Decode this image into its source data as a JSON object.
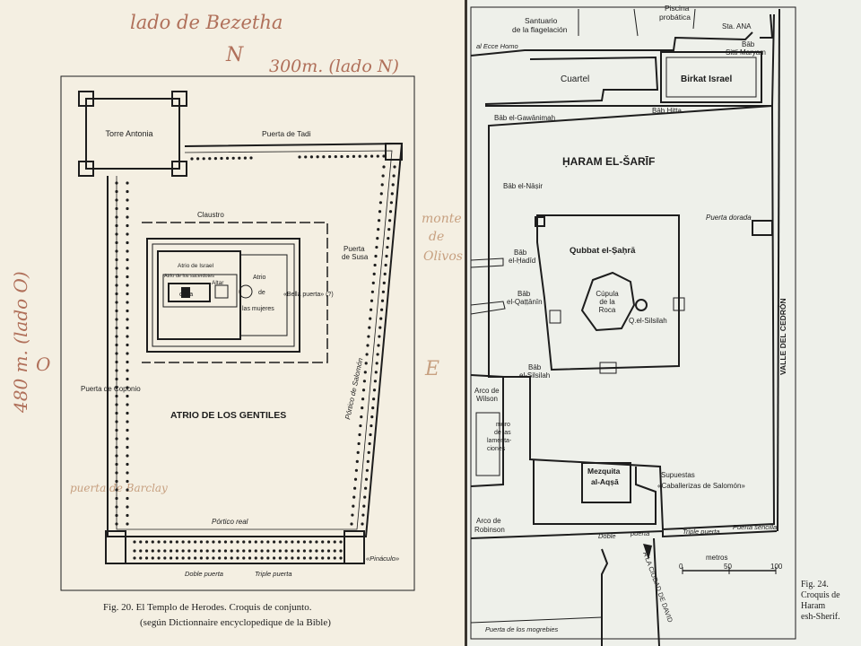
{
  "left_figure": {
    "labels": {
      "torre_antonia": "Torre Antonia",
      "puerta_tadi": "Puerta de Tadi",
      "clausura": "Claustro",
      "puerta_susa": "Puerta\nde Susa",
      "atrio_israel": "Atrio de Israel",
      "atrio_sacerdotes": "Atrio de los sacerdotes",
      "altar": "Altar",
      "atrio_mujeres": "Atrio\nde\nlas mujeres",
      "letters": "c b a",
      "bella_puerta": "«Bella puerta» (?)",
      "puerta_coponio": "Puerta de Coponio",
      "atrio_gentiles": "ATRIO DE LOS GENTILES",
      "portico_salomon": "Pórtico de Salomón",
      "portico_real": "Pórtico real",
      "pinaculo": "«Pináculo»",
      "doble_puerta": "Doble puerta",
      "triple_puerta": "Triple puerta"
    },
    "caption_line1": "Fig. 20. El Templo de Herodes. Croquis de conjunto.",
    "caption_line2": "(según Dictionnaire encyclopedique de la Bible)",
    "handwritten": {
      "top": "lado de Bezetha",
      "north": "N",
      "north_dim": "300m. (lado N)",
      "east_1": "monte",
      "east_2": "de",
      "east_3": "Olivos",
      "east_letter": "E",
      "west_dim": "480 m. (lado O)",
      "west_letter": "O",
      "barclay": "puerta de Barclay"
    }
  },
  "right_figure": {
    "labels": {
      "piscina": "Piscina\nprobática",
      "sta_ana": "Sta. ANA",
      "santuario": "Santuario\nde la flagelación",
      "al_ecce_homo": "al Ecce Homo",
      "bab_sitti": "Bāb\nSittī Maryam",
      "cuartel": "Cuartel",
      "birkat": "Birkat Israel",
      "bab_hitta": "Bāb Hitta",
      "bab_gawanimah": "Bāb el-Gawānimah",
      "haram": "ḤARAM EL-ŠARĪF",
      "bab_nasir": "Bāb el-Nāṣir",
      "puerta_dorada": "Puerta dorada",
      "bab_hadid": "Bāb\nel-Ḥadīd",
      "qubbat": "Qubbat el-Ṣaḥrā",
      "bab_qattanin": "Bāb\nel-Qaṭṭānīn",
      "cupula": "Cúpula\nde la\nRoca",
      "q_silsilah": "Q.el-Silsilah",
      "valle": "VALLE DEL CEDRÓN",
      "bab_silsilah": "Bāb\nel-Silsilah",
      "arco_wilson": "Arco de\nWilson",
      "muro": "muro\nde las\nlamenta-\nciones",
      "mezquita": "Mezquita\nal-Aqṣā",
      "caballerizas": "Supuestas\n«Caballerizas de Salomón»",
      "arco_robinson": "Arco de\nRobinson",
      "doble": "Doble",
      "puerta": "puerta",
      "triple": "Triple puerta",
      "sencilla": "Puerta sencilla",
      "ciudad_david": "A LA CIUDAD DE DAVID",
      "mogrebies": "Puerta de los mogrebies"
    },
    "scale": {
      "title": "metros",
      "ticks": [
        "0",
        "50",
        "100"
      ]
    },
    "caption": "Fig. 24.\nCroquis de\nHaram\nesh-Sherif."
  }
}
